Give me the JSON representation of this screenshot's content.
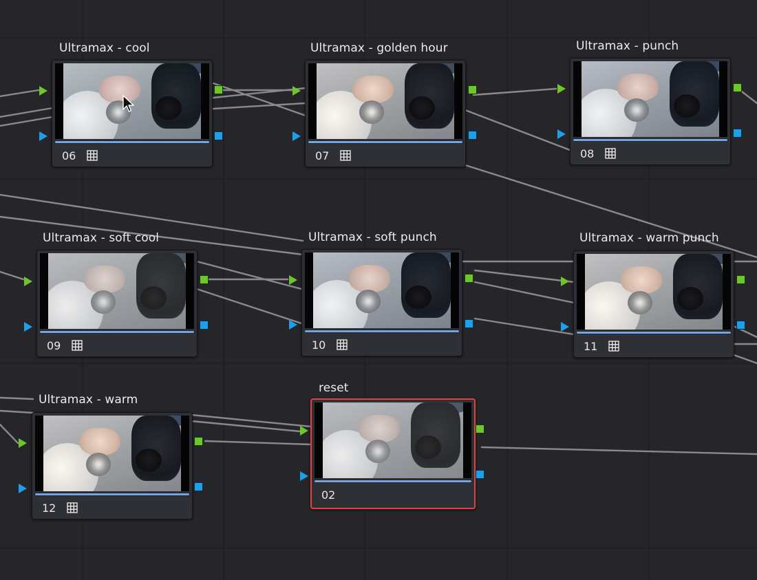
{
  "colors": {
    "background": "#25252a",
    "node_bg": "#2e3035",
    "selected_border": "#e0443c",
    "rgb_port": "#6fc52c",
    "alpha_port": "#1ea0e8",
    "progress": "#7aa4d9",
    "link": "#8a8a8e"
  },
  "nodes": [
    {
      "label": "Ultramax - cool",
      "number": "06",
      "lut_icon": "grid-icon"
    },
    {
      "label": "Ultramax - golden hour",
      "number": "07",
      "lut_icon": "grid-icon"
    },
    {
      "label": "Ultramax - punch",
      "number": "08",
      "lut_icon": "grid-icon"
    },
    {
      "label": "Ultramax - soft cool",
      "number": "09",
      "lut_icon": "grid-icon"
    },
    {
      "label": "Ultramax - soft punch",
      "number": "10",
      "lut_icon": "grid-icon"
    },
    {
      "label": "Ultramax - warm punch",
      "number": "11",
      "lut_icon": "grid-icon"
    },
    {
      "label": "Ultramax - warm",
      "number": "12",
      "lut_icon": "grid-icon"
    },
    {
      "label": "reset",
      "number": "02",
      "selected": true
    }
  ],
  "cursor": "arrow-cursor-icon"
}
